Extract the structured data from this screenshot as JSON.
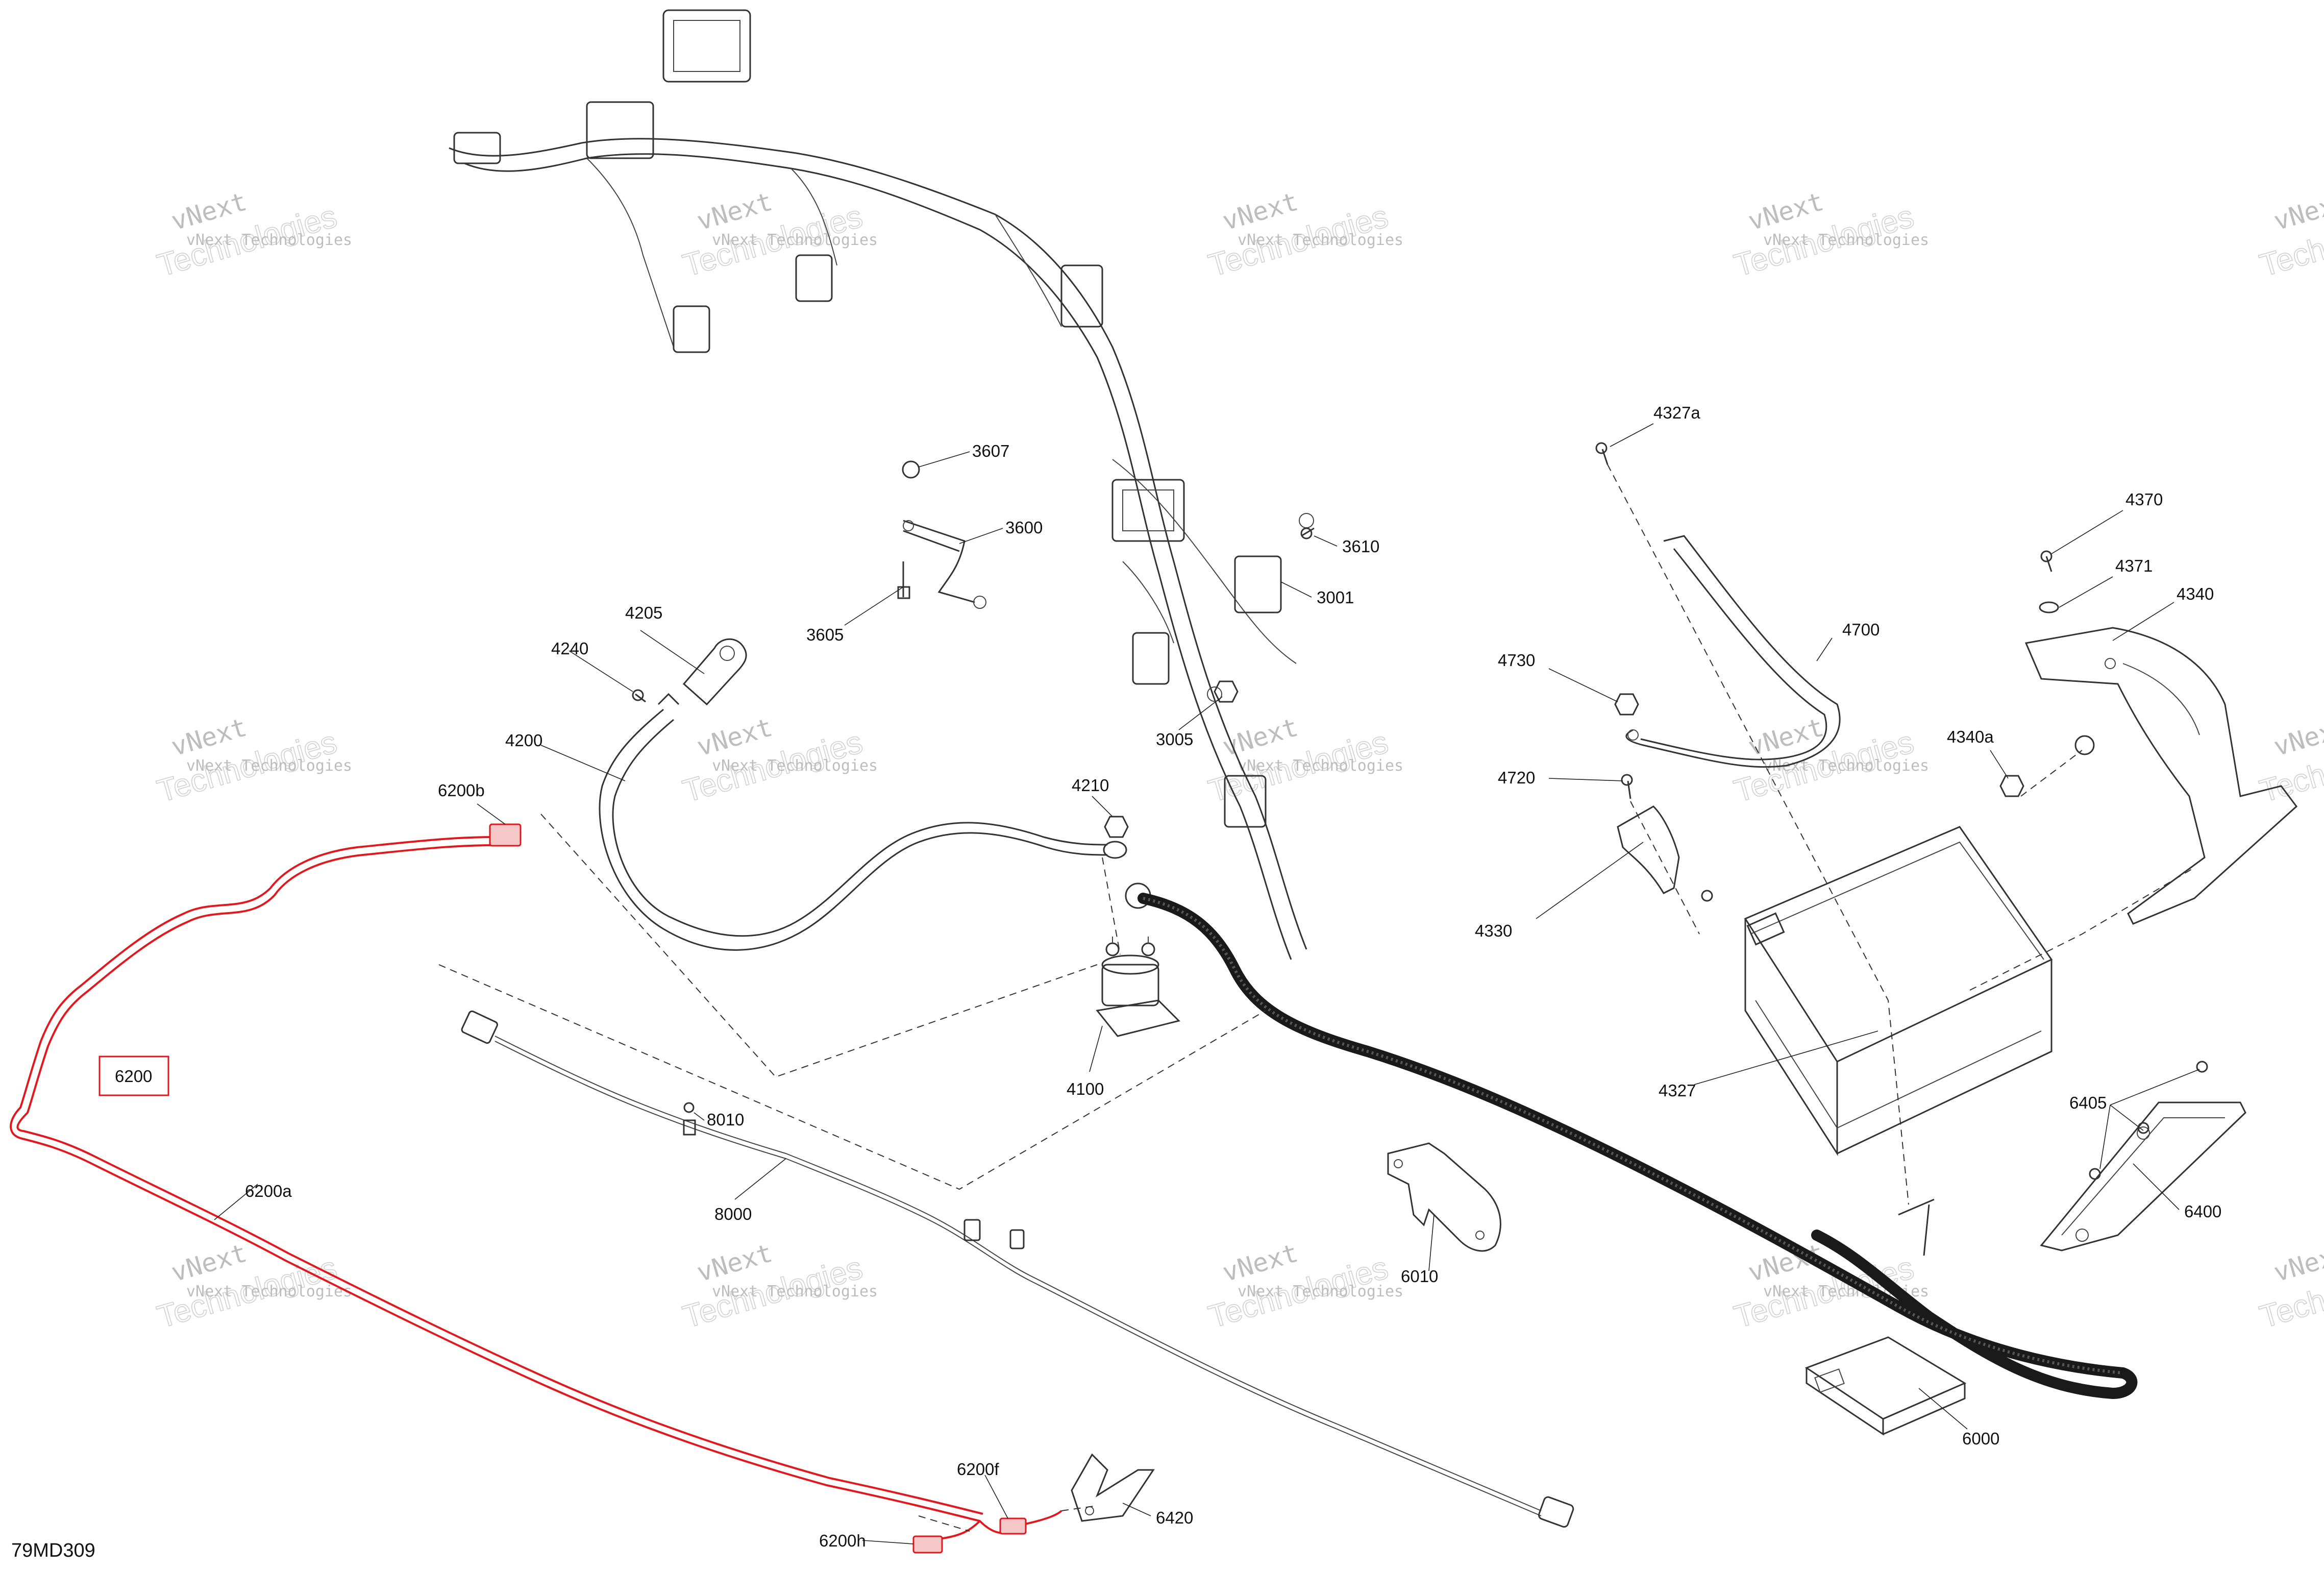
{
  "diagram_code": "79MD309",
  "highlighted_assembly": "6200",
  "accent_color": "#e0191f",
  "watermark": {
    "line1": "vNext Technologies",
    "line2": "Technologies",
    "line3": "vNext"
  },
  "callouts": {
    "c3607": "3607",
    "c3600": "3600",
    "c3605": "3605",
    "c3610": "3610",
    "c3001": "3001",
    "c3005": "3005",
    "c4205": "4205",
    "c4240": "4240",
    "c4200": "4200",
    "c4210": "4210",
    "c4100": "4100",
    "c6200b": "6200b",
    "c6200a": "6200a",
    "c6200f": "6200f",
    "c6200h": "6200h",
    "c6420": "6420",
    "c8010": "8010",
    "c8000": "8000",
    "c6010": "6010",
    "c4327a": "4327a",
    "c4700": "4700",
    "c4730": "4730",
    "c4720": "4720",
    "c4330": "4330",
    "c4327": "4327",
    "c4370": "4370",
    "c4371": "4371",
    "c4340": "4340",
    "c4340a": "4340a",
    "c6405": "6405",
    "c6400": "6400",
    "c6000": "6000"
  }
}
